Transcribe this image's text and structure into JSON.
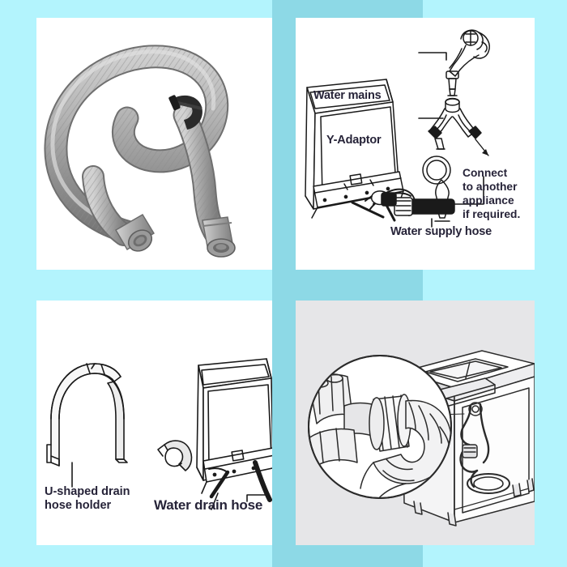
{
  "page": {
    "title": "Dishwasher installation instructions",
    "background_color": "#b3f4fd",
    "panel_background": "#ffffff",
    "panel_background_alt": "#e6e6e8",
    "label_color": "#262338",
    "line_color": "#1a1a1a",
    "watermark_description": "faint teal dishwasher rack photograph band"
  },
  "panels": [
    {
      "id": "panel-tl",
      "name": "drain-hose-photo",
      "caption": "",
      "description": "Grey corrugated flexible drain hose coiled in a loop with two plain end connectors and a black hose clamp"
    },
    {
      "id": "panel-tr",
      "name": "water-supply-connection-diagram",
      "description": "Line drawing of a dishwasher cabinet with water mains tap, Y-adaptor and water supply hose",
      "labels": [
        {
          "key": "water_mains",
          "text": "Water mains"
        },
        {
          "key": "y_adaptor",
          "text": "Y-Adaptor"
        },
        {
          "key": "connect_note",
          "text": "Connect\nto another\nappliance\nif required."
        },
        {
          "key": "supply_hose",
          "text": "Water supply hose"
        }
      ]
    },
    {
      "id": "panel-bl",
      "name": "drain-hose-holder-diagram",
      "description": "Line drawing of the U-shaped drain hose holder clip next to a dishwasher cabinet with the water drain hose",
      "labels": [
        {
          "key": "holder",
          "text": "U-shaped drain\nhose holder"
        },
        {
          "key": "drain_hose",
          "text": "Water drain hose"
        }
      ]
    },
    {
      "id": "panel-br",
      "name": "sink-trap-connection-diagram",
      "description": "Line drawing of a kitchen sink base unit with a magnified circular inset showing the drain hose clamped to the sink trap spigot",
      "labels": []
    }
  ],
  "labels": {
    "water_mains": "Water mains",
    "y_adaptor": "Y-Adaptor",
    "connect_line_1": "Connect",
    "connect_line_2": "to another",
    "connect_line_3": "appliance",
    "connect_line_4": "if required.",
    "water_supply_hose": "Water supply hose",
    "holder_line_1": "U-shaped drain",
    "holder_line_2": "hose holder",
    "water_drain_hose": "Water drain hose"
  }
}
